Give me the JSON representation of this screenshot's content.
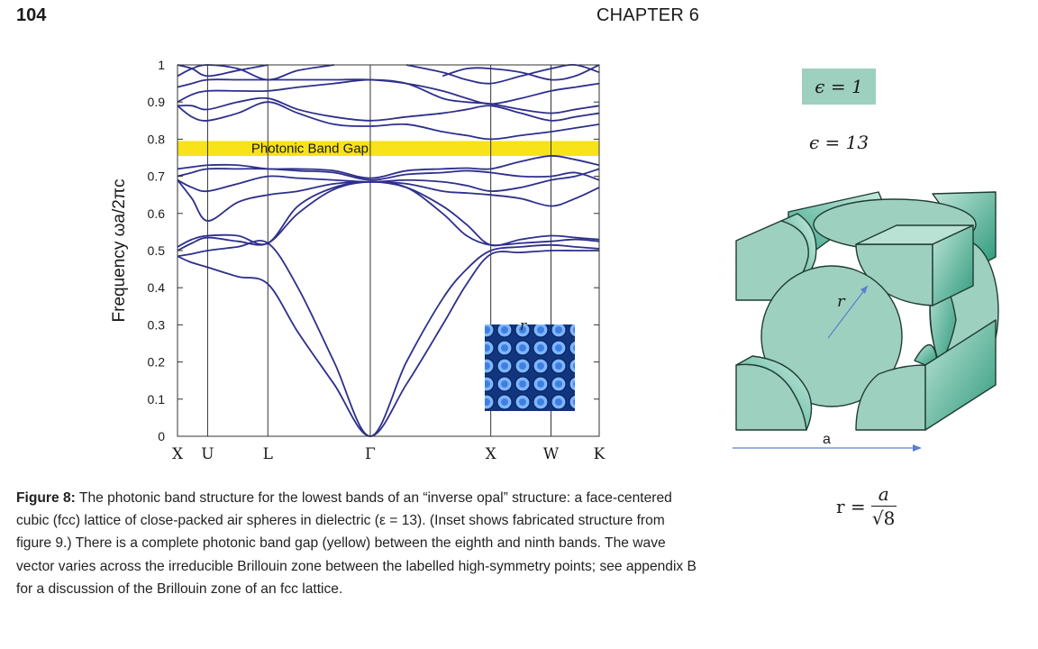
{
  "header": {
    "page_number": "104",
    "chapter": "CHAPTER 6"
  },
  "figure": {
    "caption_label": "Figure 8:",
    "caption_text": "The photonic band structure for the lowest bands of an “inverse opal” structure: a face-centered cubic (fcc) lattice of close-packed air spheres in dielectric (ε = 13). (Inset shows fabricated structure from figure 9.) There is a complete photonic band gap (yellow) between the eighth and ninth bands. The wave vector varies across the irreducible Brillouin zone between the labelled high-symmetry points; see appendix B for a discussion of the Brillouin zone of an fcc lattice.",
    "epsilon_air": "ϵ = 1",
    "epsilon_dielectric": "ϵ = 13",
    "cube_radius_label": "r",
    "cube_edge_label": "a",
    "inset_label": "r",
    "formula": {
      "lhs": "r =",
      "numerator": "a",
      "denominator": "√8"
    },
    "colors": {
      "bands": "#2e2f8c",
      "gap": "#f8e21a",
      "sphere": "#9ed0bf",
      "cube_shade": "#3aa487",
      "arrow": "#5a7fd0"
    }
  },
  "chart_data": {
    "type": "line",
    "title": "",
    "xlabel": "",
    "ylabel": "Frequency  ωa/2πc",
    "ylim": [
      0,
      1
    ],
    "yticks": [
      "0",
      "0.1",
      "0.2",
      "0.3",
      "0.4",
      "0.5",
      "0.6",
      "0.7",
      "0.8",
      "0.9",
      "1"
    ],
    "x_points": [
      "X",
      "U",
      "L",
      "Γ",
      "X",
      "W",
      "K"
    ],
    "x_positions": [
      0,
      0.25,
      0.75,
      1.6,
      2.6,
      3.1,
      3.5
    ],
    "band_gap": {
      "label": "Photonic Band Gap",
      "range": [
        0.755,
        0.795
      ]
    },
    "series": [
      {
        "values": [
          [
            0,
            0.485
          ],
          [
            0.1,
            0.47
          ],
          [
            0.25,
            0.455
          ],
          [
            0.5,
            0.43
          ],
          [
            0.75,
            0.41
          ],
          [
            1.0,
            0.28
          ],
          [
            1.3,
            0.14
          ],
          [
            1.6,
            0.0
          ],
          [
            1.9,
            0.14
          ],
          [
            2.2,
            0.3
          ],
          [
            2.4,
            0.41
          ],
          [
            2.6,
            0.49
          ],
          [
            2.85,
            0.495
          ],
          [
            3.1,
            0.5
          ],
          [
            3.3,
            0.5
          ],
          [
            3.5,
            0.5
          ]
        ]
      },
      {
        "values": [
          [
            0,
            0.485
          ],
          [
            0.1,
            0.49
          ],
          [
            0.25,
            0.5
          ],
          [
            0.5,
            0.51
          ],
          [
            0.75,
            0.52
          ],
          [
            1.0,
            0.4
          ],
          [
            1.3,
            0.2
          ],
          [
            1.6,
            0.0
          ],
          [
            1.9,
            0.2
          ],
          [
            2.2,
            0.37
          ],
          [
            2.4,
            0.45
          ],
          [
            2.6,
            0.5
          ],
          [
            2.85,
            0.51
          ],
          [
            3.1,
            0.515
          ],
          [
            3.3,
            0.51
          ],
          [
            3.5,
            0.505
          ]
        ]
      },
      {
        "values": [
          [
            0,
            0.5
          ],
          [
            0.12,
            0.52
          ],
          [
            0.25,
            0.535
          ],
          [
            0.5,
            0.525
          ],
          [
            0.75,
            0.52
          ],
          [
            1.0,
            0.6
          ],
          [
            1.3,
            0.665
          ],
          [
            1.6,
            0.685
          ],
          [
            1.9,
            0.67
          ],
          [
            2.2,
            0.6
          ],
          [
            2.4,
            0.54
          ],
          [
            2.6,
            0.515
          ],
          [
            2.85,
            0.52
          ],
          [
            3.1,
            0.525
          ],
          [
            3.3,
            0.53
          ],
          [
            3.5,
            0.525
          ]
        ]
      },
      {
        "values": [
          [
            0,
            0.51
          ],
          [
            0.12,
            0.53
          ],
          [
            0.25,
            0.54
          ],
          [
            0.5,
            0.54
          ],
          [
            0.75,
            0.52
          ],
          [
            1.0,
            0.62
          ],
          [
            1.3,
            0.67
          ],
          [
            1.6,
            0.685
          ],
          [
            1.9,
            0.67
          ],
          [
            2.2,
            0.62
          ],
          [
            2.4,
            0.57
          ],
          [
            2.6,
            0.515
          ],
          [
            2.85,
            0.53
          ],
          [
            3.1,
            0.54
          ],
          [
            3.3,
            0.535
          ],
          [
            3.5,
            0.53
          ]
        ]
      },
      {
        "values": [
          [
            0,
            0.69
          ],
          [
            0.12,
            0.64
          ],
          [
            0.25,
            0.58
          ],
          [
            0.5,
            0.63
          ],
          [
            0.75,
            0.65
          ],
          [
            1.0,
            0.66
          ],
          [
            1.3,
            0.68
          ],
          [
            1.6,
            0.685
          ],
          [
            1.9,
            0.68
          ],
          [
            2.2,
            0.66
          ],
          [
            2.4,
            0.655
          ],
          [
            2.6,
            0.65
          ],
          [
            2.85,
            0.64
          ],
          [
            3.1,
            0.62
          ],
          [
            3.3,
            0.64
          ],
          [
            3.5,
            0.67
          ]
        ]
      },
      {
        "values": [
          [
            0,
            0.69
          ],
          [
            0.12,
            0.67
          ],
          [
            0.25,
            0.66
          ],
          [
            0.5,
            0.68
          ],
          [
            0.75,
            0.7
          ],
          [
            1.0,
            0.695
          ],
          [
            1.3,
            0.69
          ],
          [
            1.6,
            0.685
          ],
          [
            1.9,
            0.69
          ],
          [
            2.2,
            0.685
          ],
          [
            2.4,
            0.675
          ],
          [
            2.6,
            0.66
          ],
          [
            2.85,
            0.67
          ],
          [
            3.1,
            0.69
          ],
          [
            3.3,
            0.7
          ],
          [
            3.5,
            0.72
          ]
        ]
      },
      {
        "values": [
          [
            0,
            0.7
          ],
          [
            0.12,
            0.71
          ],
          [
            0.25,
            0.72
          ],
          [
            0.5,
            0.72
          ],
          [
            0.75,
            0.72
          ],
          [
            1.0,
            0.715
          ],
          [
            1.3,
            0.71
          ],
          [
            1.6,
            0.69
          ],
          [
            1.9,
            0.705
          ],
          [
            2.2,
            0.71
          ],
          [
            2.4,
            0.715
          ],
          [
            2.6,
            0.71
          ],
          [
            2.85,
            0.7
          ],
          [
            3.1,
            0.7
          ],
          [
            3.3,
            0.71
          ],
          [
            3.5,
            0.69
          ]
        ]
      },
      {
        "values": [
          [
            0,
            0.72
          ],
          [
            0.12,
            0.725
          ],
          [
            0.25,
            0.73
          ],
          [
            0.5,
            0.73
          ],
          [
            0.75,
            0.72
          ],
          [
            1.0,
            0.72
          ],
          [
            1.3,
            0.715
          ],
          [
            1.6,
            0.695
          ],
          [
            1.9,
            0.715
          ],
          [
            2.2,
            0.72
          ],
          [
            2.4,
            0.722
          ],
          [
            2.6,
            0.72
          ],
          [
            2.85,
            0.74
          ],
          [
            3.1,
            0.755
          ],
          [
            3.3,
            0.745
          ],
          [
            3.5,
            0.73
          ]
        ]
      },
      {
        "values": [
          [
            0,
            0.89
          ],
          [
            0.12,
            0.86
          ],
          [
            0.25,
            0.85
          ],
          [
            0.5,
            0.87
          ],
          [
            0.75,
            0.9
          ],
          [
            1.0,
            0.87
          ],
          [
            1.3,
            0.84
          ],
          [
            1.6,
            0.835
          ],
          [
            1.9,
            0.84
          ],
          [
            2.2,
            0.82
          ],
          [
            2.4,
            0.81
          ],
          [
            2.6,
            0.8
          ],
          [
            2.85,
            0.81
          ],
          [
            3.1,
            0.82
          ],
          [
            3.3,
            0.83
          ],
          [
            3.5,
            0.84
          ]
        ]
      },
      {
        "values": [
          [
            0,
            0.89
          ],
          [
            0.12,
            0.89
          ],
          [
            0.25,
            0.88
          ],
          [
            0.5,
            0.9
          ],
          [
            0.75,
            0.91
          ],
          [
            1.0,
            0.88
          ],
          [
            1.3,
            0.86
          ],
          [
            1.6,
            0.85
          ],
          [
            1.9,
            0.86
          ],
          [
            2.2,
            0.87
          ],
          [
            2.4,
            0.88
          ],
          [
            2.6,
            0.89
          ],
          [
            2.85,
            0.87
          ],
          [
            3.1,
            0.85
          ],
          [
            3.3,
            0.86
          ],
          [
            3.5,
            0.87
          ]
        ]
      },
      {
        "values": [
          [
            0,
            0.9
          ],
          [
            0.12,
            0.92
          ],
          [
            0.25,
            0.93
          ],
          [
            0.5,
            0.93
          ],
          [
            0.75,
            0.93
          ],
          [
            1.0,
            0.94
          ],
          [
            1.3,
            0.95
          ],
          [
            1.6,
            0.96
          ],
          [
            1.9,
            0.95
          ],
          [
            2.2,
            0.91
          ],
          [
            2.4,
            0.9
          ],
          [
            2.6,
            0.895
          ],
          [
            2.85,
            0.88
          ],
          [
            3.1,
            0.87
          ],
          [
            3.3,
            0.88
          ],
          [
            3.5,
            0.89
          ]
        ]
      },
      {
        "values": [
          [
            0,
            0.94
          ],
          [
            0.12,
            0.95
          ],
          [
            0.25,
            0.96
          ],
          [
            0.5,
            0.96
          ],
          [
            0.75,
            0.96
          ],
          [
            1.0,
            0.96
          ],
          [
            1.3,
            0.96
          ],
          [
            1.6,
            0.96
          ],
          [
            1.9,
            0.95
          ],
          [
            2.2,
            0.93
          ],
          [
            2.4,
            0.91
          ],
          [
            2.6,
            0.895
          ],
          [
            2.85,
            0.91
          ],
          [
            3.1,
            0.93
          ],
          [
            3.3,
            0.94
          ],
          [
            3.5,
            0.95
          ]
        ]
      },
      {
        "values": [
          [
            0,
            0.97
          ],
          [
            0.12,
            0.99
          ],
          [
            0.25,
            1.0
          ],
          [
            0.5,
            0.99
          ],
          [
            0.75,
            0.96
          ],
          [
            1.0,
            0.985
          ],
          [
            1.3,
            1.0
          ]
        ]
      },
      {
        "values": [
          [
            0,
            1.0
          ],
          [
            0.12,
            0.99
          ],
          [
            0.25,
            0.97
          ],
          [
            0.5,
            0.985
          ],
          [
            0.75,
            1.0
          ]
        ]
      },
      {
        "values": [
          [
            1.9,
            1.0
          ],
          [
            2.2,
            0.98
          ],
          [
            2.4,
            0.96
          ],
          [
            2.6,
            0.95
          ],
          [
            2.85,
            0.97
          ],
          [
            3.1,
            0.99
          ],
          [
            3.3,
            1.0
          ],
          [
            3.5,
            0.98
          ]
        ]
      },
      {
        "values": [
          [
            2.2,
            0.97
          ],
          [
            2.4,
            0.99
          ],
          [
            2.6,
            0.99
          ],
          [
            2.85,
            0.98
          ],
          [
            3.1,
            0.96
          ],
          [
            3.3,
            0.97
          ],
          [
            3.5,
            1.0
          ]
        ]
      }
    ]
  }
}
